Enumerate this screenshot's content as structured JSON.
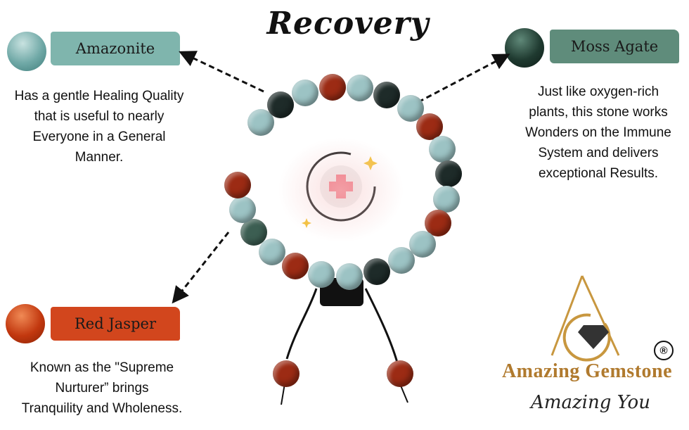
{
  "title": "Recovery",
  "stones": {
    "amazonite": {
      "label": "Amazonite",
      "label_color": "#7fb5ad",
      "stone_color": "#6fa8a6",
      "description": [
        "Has a gentle Healing Quality",
        "that is useful to nearly",
        "Everyone in a General",
        "Manner."
      ]
    },
    "moss_agate": {
      "label": "Moss Agate",
      "label_color": "#5f8c7b",
      "stone_color": "#1f3a30",
      "description": [
        "Just like oxygen-rich",
        "plants, this stone works",
        "Wonders on the Immune",
        "System and delivers",
        "exceptional Results."
      ]
    },
    "red_jasper": {
      "label": "Red Jasper",
      "label_color": "#d2461d",
      "stone_color": "#c2380f",
      "description": [
        "Known as the \"Supreme",
        "Nurturer” brings",
        "Tranquility and Wholeness."
      ]
    }
  },
  "bead_colors": {
    "a": "#9cc3c4",
    "r": "#9c2b14",
    "m": "#1e2b29",
    "g": "#3c5e52"
  },
  "bead_sequence": [
    "a",
    "m",
    "a",
    "r",
    "a",
    "m",
    "a",
    "r",
    "a",
    "m",
    "a",
    "r",
    "a",
    "a",
    "m",
    "a",
    "a",
    "r",
    "a",
    "g",
    "a",
    "r"
  ],
  "logo": {
    "brand": "Amazing Gemstone",
    "tagline": "Amazing You",
    "registered": "®",
    "accent": "#b07a2e"
  }
}
